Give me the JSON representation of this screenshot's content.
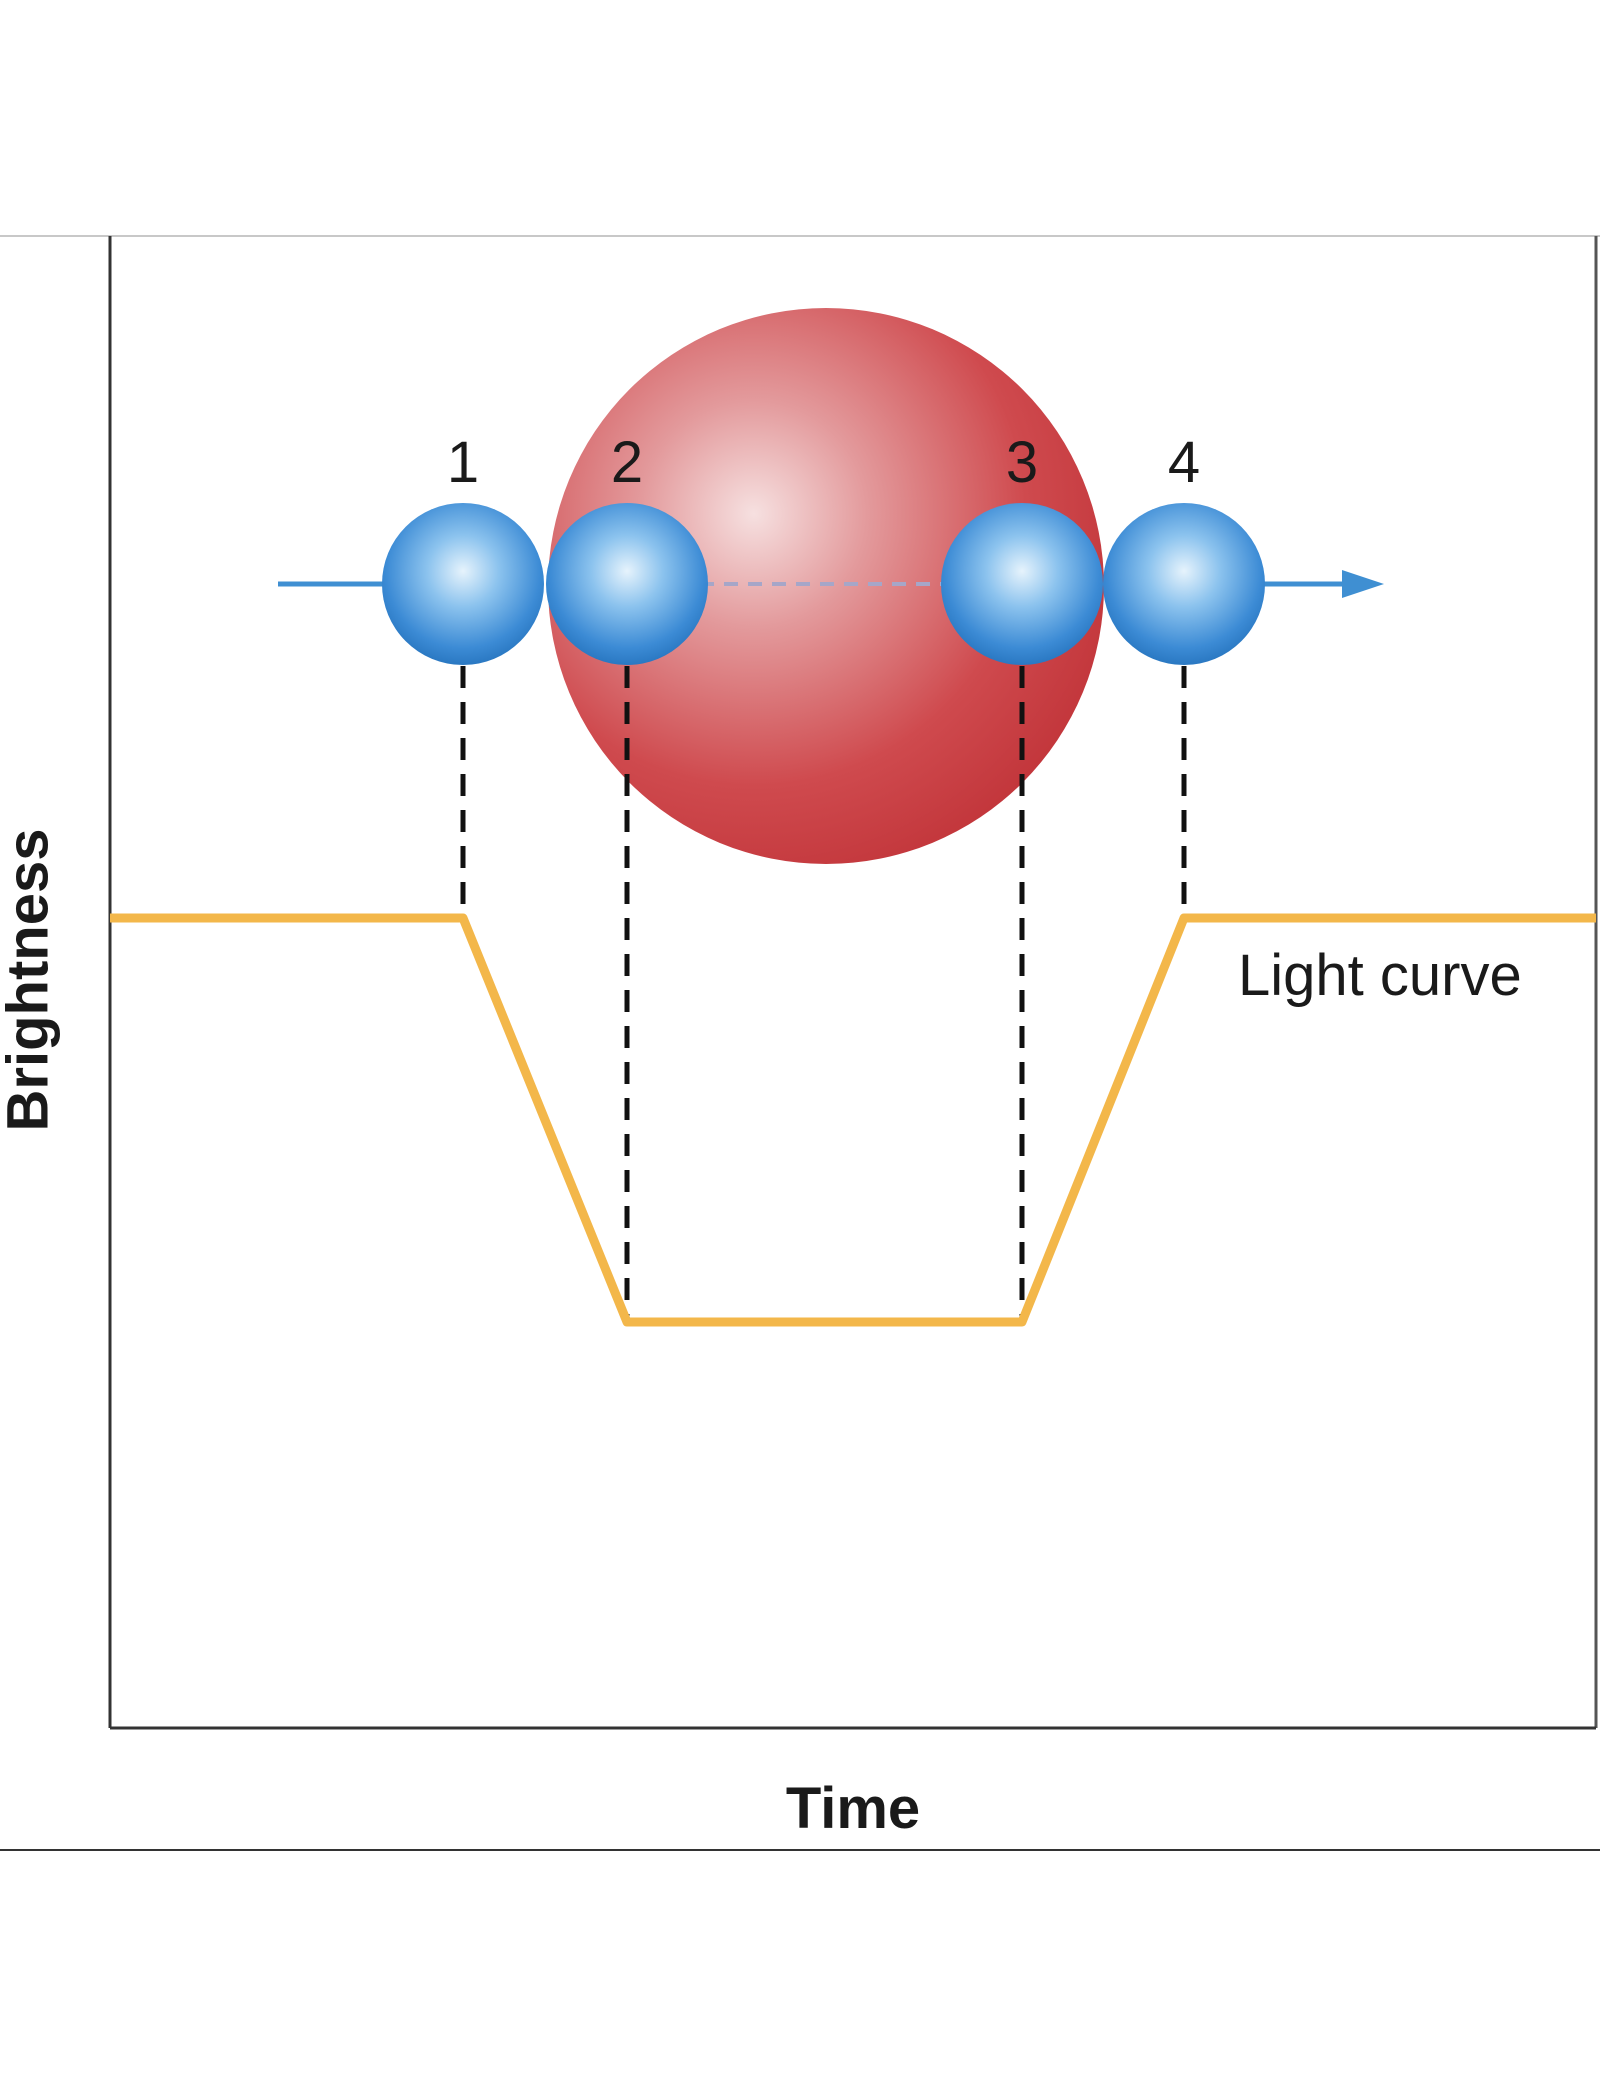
{
  "axes": {
    "y_label": "Brightness",
    "x_label": "Time"
  },
  "contact_labels": [
    "1",
    "2",
    "3",
    "4"
  ],
  "curve_label": "Light curve",
  "colors": {
    "large_star": "#c8363c",
    "small_star": "#2f80c8",
    "light_curve": "#f3b74a",
    "path_arrow": "#3f8fd2",
    "axis_line": "#333333",
    "dashed_guide": "#111111"
  }
}
